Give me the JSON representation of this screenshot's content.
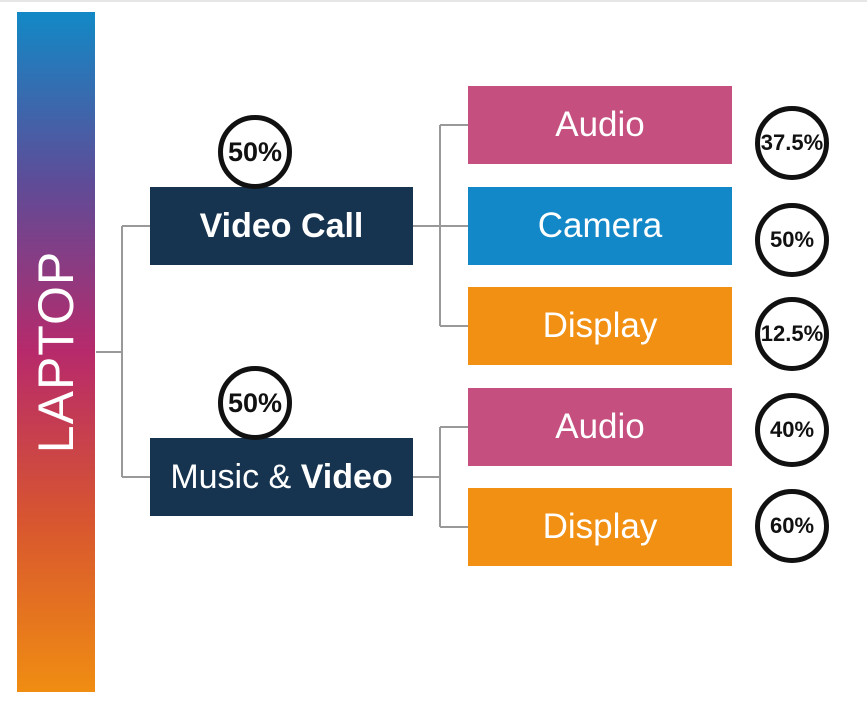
{
  "root": {
    "label": "LAPTOP"
  },
  "categories": [
    {
      "label_parts": [
        {
          "text": "Video Call",
          "bold": true
        }
      ],
      "share": "50%",
      "color": "#163450",
      "components": [
        {
          "label": "Audio",
          "share": "37.5%",
          "color": "#c5507f"
        },
        {
          "label": "Camera",
          "share": "50%",
          "color": "#1388c8"
        },
        {
          "label": "Display",
          "share": "12.5%",
          "color": "#f19012"
        }
      ]
    },
    {
      "label_parts": [
        {
          "text": "Music & ",
          "bold": false
        },
        {
          "text": "Video",
          "bold": true
        }
      ],
      "share": "50%",
      "color": "#163450",
      "components": [
        {
          "label": "Audio",
          "share": "40%",
          "color": "#c5507f"
        },
        {
          "label": "Display",
          "share": "60%",
          "color": "#f19012"
        }
      ]
    }
  ],
  "colors": {
    "line": "#999999",
    "circle_border": "#111111"
  }
}
